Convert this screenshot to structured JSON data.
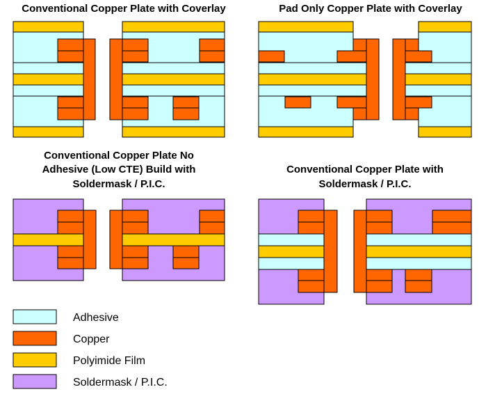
{
  "colors": {
    "adhesive": "#ccffff",
    "copper": "#ff6600",
    "polyimide": "#ffcc00",
    "soldermask": "#cc99ff",
    "outline": "#000000"
  },
  "diagrams": {
    "d1": {
      "title_lines": [
        "Conventional Copper Plate with Coverlay"
      ]
    },
    "d2": {
      "title_lines": [
        "Pad Only Copper Plate with Coverlay"
      ]
    },
    "d3": {
      "title_lines": [
        "Conventional Copper Plate No",
        "Adhesive (Low CTE) Build with",
        "Soldermask / P.I.C."
      ]
    },
    "d4": {
      "title_lines": [
        "Conventional Copper Plate with",
        "Soldermask / P.I.C."
      ]
    }
  },
  "legend": {
    "items": [
      {
        "label": "Adhesive",
        "material": "adhesive"
      },
      {
        "label": "Copper",
        "material": "copper"
      },
      {
        "label": "Polyimide Film",
        "material": "polyimide"
      },
      {
        "label": "Soldermask / P.I.C.",
        "material": "soldermask"
      }
    ]
  }
}
